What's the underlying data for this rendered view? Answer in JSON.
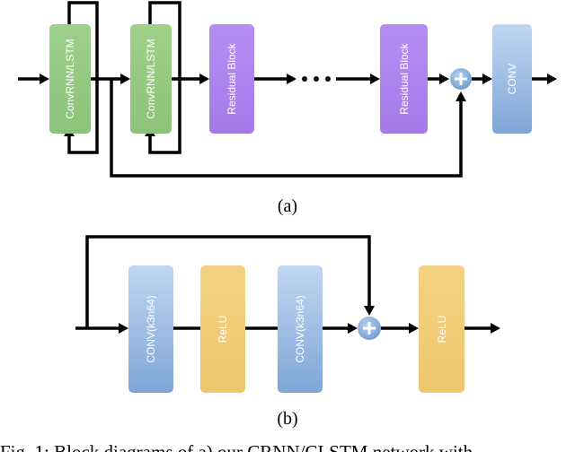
{
  "panel_a": {
    "label": "(a)",
    "blocks": {
      "convrnn_1": "ConvRNN/LSTM",
      "convrnn_2": "ConvRNN/LSTM",
      "residual_1": "Residual Block",
      "residual_2": "Residual Block",
      "conv": "CONV"
    }
  },
  "panel_b": {
    "label": "(b)",
    "blocks": {
      "conv_1": "CONV(k3n64)",
      "relu_1": "ReLU",
      "conv_2": "CONV(k3n64)",
      "relu_2": "ReLU"
    }
  },
  "caption": "Fig. 1: Block diagrams of a) our CRNN/CLSTM network with"
}
